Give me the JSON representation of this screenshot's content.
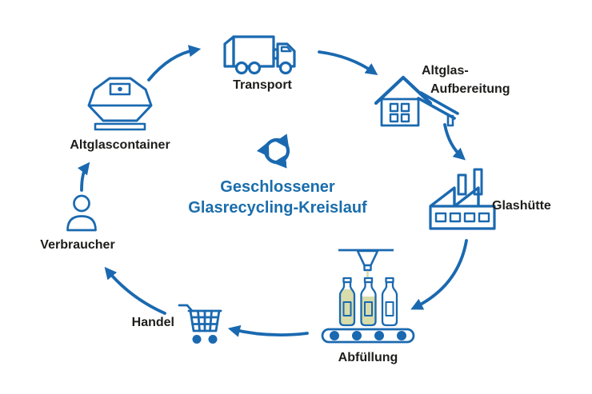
{
  "diagram": {
    "type": "cycle-diagram",
    "title": {
      "line1": "Geschlossener",
      "line2": "Glasrecycling-Kreislauf"
    },
    "center_icon": "recycle-arrows-icon",
    "nodes": {
      "transport": {
        "label": "Transport",
        "icon": "garbage-truck-icon"
      },
      "aufbereitung": {
        "label_line1": "Altglas-",
        "label_line2": "Aufbereitung",
        "icon": "recycling-facility-house-icon"
      },
      "glashuette": {
        "label": "Glashütte",
        "icon": "factory-icon"
      },
      "abfuellung": {
        "label": "Abfüllung",
        "icon": "bottling-line-icon"
      },
      "handel": {
        "label": "Handel",
        "icon": "shopping-cart-icon"
      },
      "verbraucher": {
        "label": "Verbraucher",
        "icon": "person-icon"
      },
      "altglascontainer": {
        "label": "Altglascontainer",
        "icon": "glass-container-icon"
      }
    },
    "flow": [
      "Altglascontainer → Transport",
      "Transport → Altglas-Aufbereitung",
      "Altglas-Aufbereitung → Glashütte",
      "Glashütte → Abfüllung",
      "Abfüllung → Handel",
      "Handel → Verbraucher",
      "Verbraucher → Altglascontainer"
    ],
    "colors": {
      "accent_blue": "#1a69b0",
      "title_blue": "#1a6dac",
      "label_text": "#1d1d1b",
      "bottle_fill": "#d8dcab",
      "background": "#ffffff"
    }
  }
}
